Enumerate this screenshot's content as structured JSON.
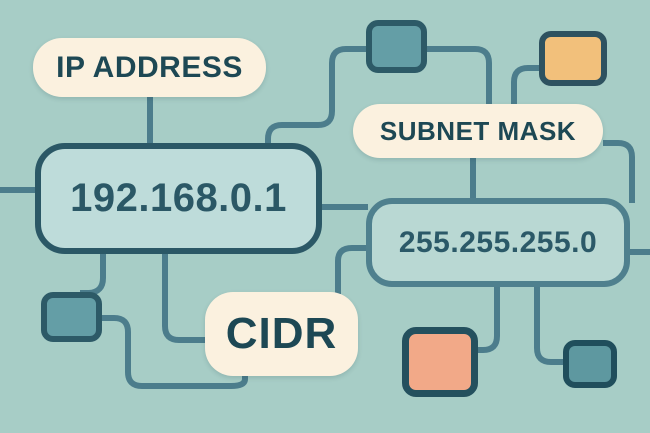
{
  "diagram": {
    "type": "network-concept-illustration",
    "labels": {
      "ip": "IP ADDRESS",
      "subnet": "SUBNET MASK",
      "cidr": "CIDR"
    },
    "values": {
      "ip_address": "192.168.0.1",
      "subnet_mask": "255.255.255.0"
    }
  },
  "colors": {
    "bg": "#a7cdc6",
    "line": "#4c7d8c",
    "cream": "#fbf1df",
    "label-text": "#1d4854",
    "ip-fill": "#bedcda",
    "ip-border": "#2b5866",
    "ip-text": "#2b5866",
    "mask-fill": "#b9d8d3",
    "mask-border": "#4f808e",
    "mask-text": "#2b5968",
    "sq-teal-fill": "#649ea6",
    "sq-teal-border": "#2d5a67",
    "sq-teal2-fill": "#5e98a0",
    "sq-teal2-border": "#204e5c",
    "sq-orange-fill": "#f2c07b",
    "sq-orange-border": "#2e5260",
    "sq-salmon-fill": "#f2a988",
    "sq-salmon-border": "#24505e"
  }
}
